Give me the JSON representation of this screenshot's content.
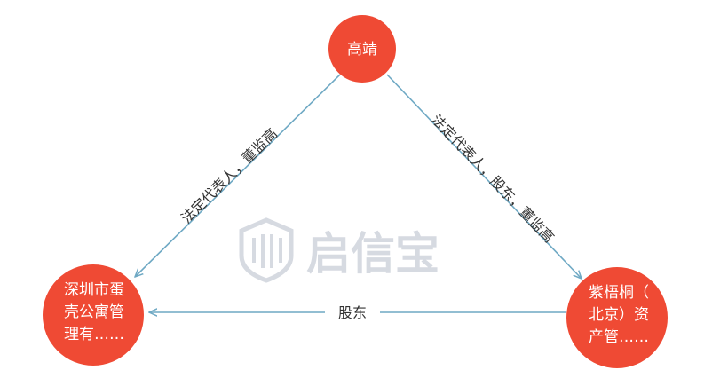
{
  "watermark": {
    "text": "启信宝",
    "icon": "shield-logo-icon"
  },
  "colors": {
    "node": "#ef4a34",
    "edge": "#6fa9c4",
    "label": "#333333",
    "watermark": "#d2d6de"
  },
  "nodes": {
    "top": {
      "lines": [
        "高靖"
      ]
    },
    "left": {
      "lines": [
        "深圳市蛋",
        "壳公寓管",
        "理有……"
      ]
    },
    "right": {
      "lines": [
        "紫梧桐（",
        "北京）资",
        "产管……"
      ]
    }
  },
  "edges": {
    "top_to_left": {
      "label": "法定代表人，董监高"
    },
    "top_to_right": {
      "label": "法定代表人，股东，董监高"
    },
    "right_to_left": {
      "label": "股东"
    }
  }
}
